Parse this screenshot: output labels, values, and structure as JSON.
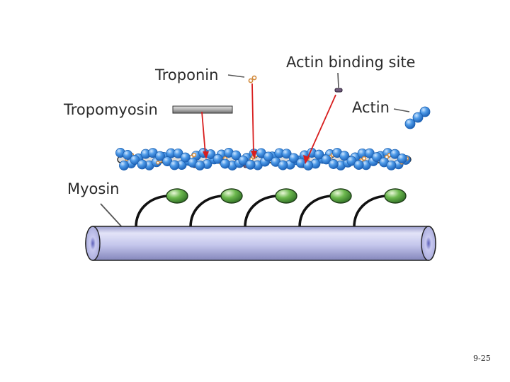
{
  "labels": {
    "troponin": "Troponin",
    "actin_binding_site": "Actin binding site",
    "tropomyosin": "Tropomyosin",
    "actin": "Actin",
    "myosin": "Myosin"
  },
  "slide_number": "9-25",
  "colors": {
    "actin_bead": "#3d8fe0",
    "actin_outline": "#1a5fb0",
    "troponin": "#e0a25a",
    "binding_site": "#6e5a7a",
    "arrow": "#d81e1e",
    "myosin_head": "#5fae45",
    "myosin_body": "#c6c8ec",
    "tropomyosin_bar": "#a9a9a9"
  },
  "counts": {
    "myosin_heads": 5
  }
}
